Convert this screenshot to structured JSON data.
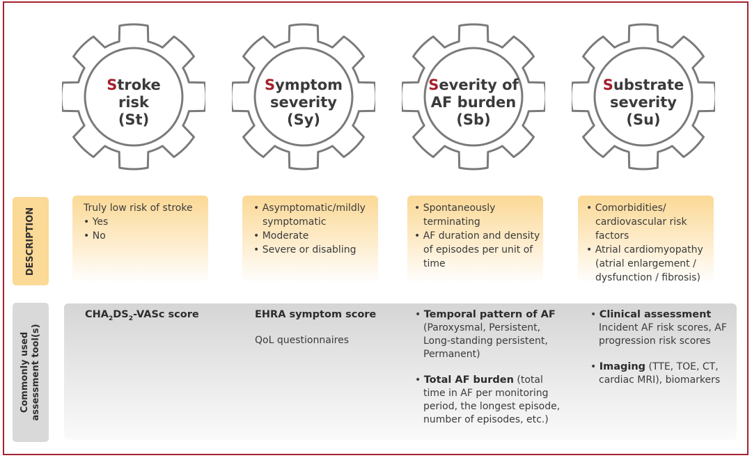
{
  "gears": [
    {
      "initial": "S",
      "lines": [
        "troke",
        "risk",
        "(St)"
      ]
    },
    {
      "initial": "S",
      "lines": [
        "ymptom",
        "severity",
        "(Sy)"
      ]
    },
    {
      "initial": "S",
      "lines": [
        "everity of",
        "AF burden",
        "(Sb)"
      ]
    },
    {
      "initial": "S",
      "lines": [
        "ubstrate",
        "severity",
        "(Su)"
      ]
    }
  ],
  "rows": {
    "description": "DESCRIPTION",
    "tools_line1": "Commonly used",
    "tools_line2": "assessment tool(s)"
  },
  "descriptions": {
    "st": {
      "intro": "Truly low risk of stroke",
      "bullets": [
        "Yes",
        "No"
      ]
    },
    "sy": {
      "bullets": [
        "Asymptomatic/mildly symptomatic",
        "Moderate",
        "Severe or disabling"
      ]
    },
    "sb": {
      "bullets": [
        "Spontaneously terminating",
        "AF duration and density of episodes per unit of time"
      ]
    },
    "su": {
      "bullets": [
        "Comorbidities/ cardiovascular risk factors",
        "Atrial cardiomyopathy (atrial enlargement / dysfunction / fibrosis)"
      ]
    }
  },
  "tools": {
    "st": {
      "score_prefix": "CHA",
      "sub1": "2",
      "mid": "DS",
      "sub2": "2",
      "suffix": "-VASc score"
    },
    "sy": {
      "title": "EHRA symptom score",
      "extra": "QoL questionnaires"
    },
    "sb": {
      "b1_title": "Temporal pattern of AF",
      "b1_text": "(Paroxysmal, Persistent, Long-standing persistent, Permanent)",
      "b2_title": "Total AF burden",
      "b2_text": " (total time in AF per monitoring period, the longest episode, number of episodes, etc.)"
    },
    "su": {
      "b1_title": "Clinical assessment",
      "b1_text": "Incident AF risk scores, AF progression risk scores",
      "b2_title": "Imaging",
      "b2_text": " (TTE, TOE, CT, cardiac MRI), biomarkers"
    }
  },
  "bullet": "•",
  "colors": {
    "accent": "#a3212d",
    "gear_stroke": "#7a7a7a",
    "desc_fill": "#fbd996",
    "tool_fill": "#d9d9d9"
  }
}
